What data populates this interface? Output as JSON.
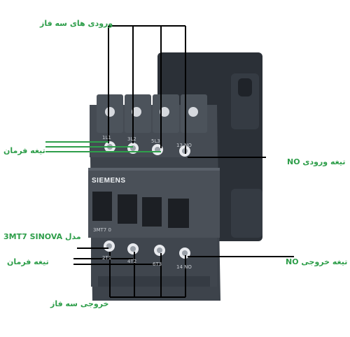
{
  "labels": {
    "three_phase_input": "ورودی های سه فاز",
    "control_contact_top": "تیغه فرمان",
    "no_input_contact": "NO تیغه ورودی",
    "model": "3MT7 SINOVA مدل",
    "control_contact_bottom": "تیغه فرمان",
    "no_output_contact": "NO تیغه خروجی",
    "three_phase_output": "خروجی سه فاز"
  },
  "device": {
    "brand": "SIEMENS",
    "terminals_top": [
      "1L1",
      "3L2",
      "5L3",
      "13 NO"
    ],
    "terminals_bottom": [
      "2T1",
      "4T2",
      "6T3",
      "14 NO"
    ],
    "model_stamp": "3MT7 0"
  },
  "colors": {
    "label_green": "#2e9e4a",
    "line_black": "#000000",
    "line_green": "#2e9e4a",
    "body_dark": "#3a4048",
    "body_mid": "#4a5058",
    "body_light": "#5a616a"
  }
}
